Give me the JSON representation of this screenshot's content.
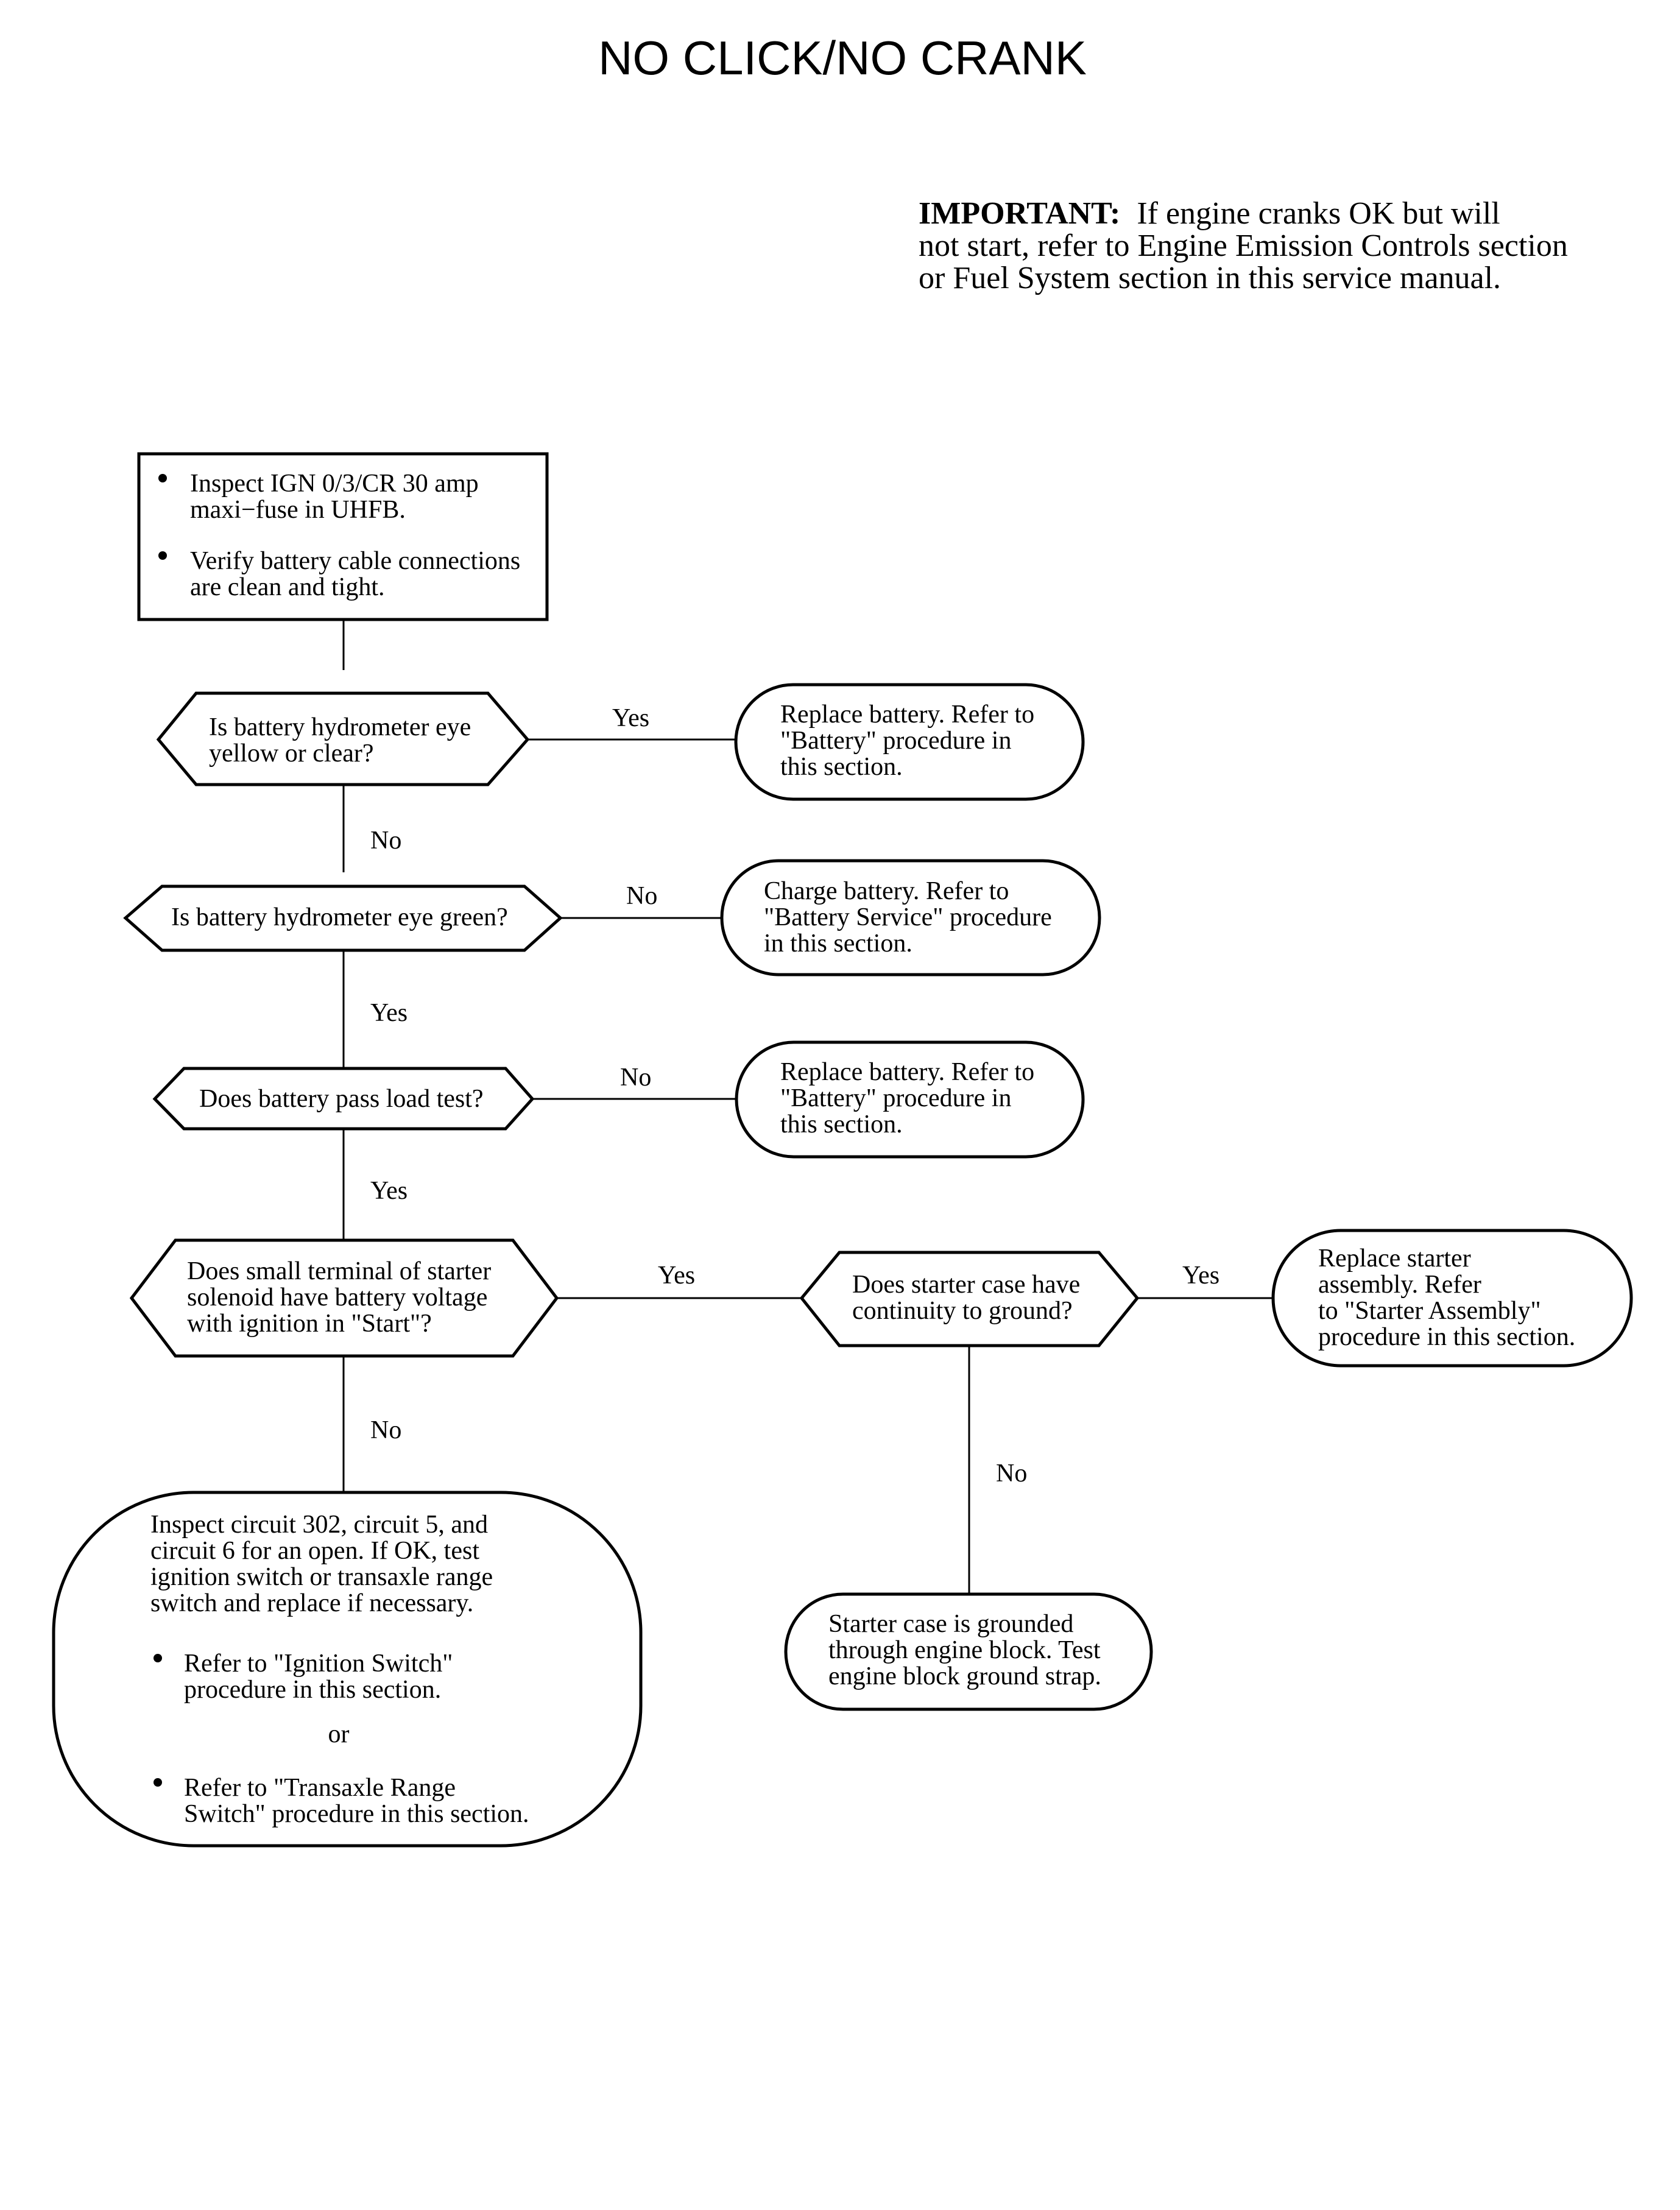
{
  "title": "NO CLICK/NO CRANK",
  "important": {
    "label": "IMPORTANT:",
    "line1": "If engine cranks OK but will",
    "line2": "not start, refer to Engine Emission Controls section",
    "line3": "or Fuel System section in this service manual."
  },
  "start_box": {
    "bullet1": [
      "Inspect IGN 0/3/CR 30 amp",
      "maxi−fuse in UHFB."
    ],
    "bullet2": [
      "Verify battery cable connections",
      "are clean and tight."
    ]
  },
  "decisions": {
    "d1": [
      "Is battery hydrometer eye",
      "yellow or clear?"
    ],
    "d2": [
      "Is battery hydrometer eye green?"
    ],
    "d3": [
      "Does battery pass load test?"
    ],
    "d4": [
      "Does small terminal of starter",
      "solenoid have battery voltage",
      "with ignition in \"Start\"?"
    ],
    "d5": [
      "Does starter case have",
      "continuity to ground?"
    ]
  },
  "actions": {
    "a1": [
      "Replace battery. Refer to",
      "\"Battery\" procedure in",
      "this section."
    ],
    "a2": [
      "Charge battery. Refer to",
      "\"Battery Service\" procedure",
      "in this section."
    ],
    "a3": [
      "Replace battery. Refer to",
      "\"Battery\" procedure in",
      "this section."
    ],
    "a4": [
      "Replace starter",
      "assembly. Refer",
      "to \"Starter Assembly\"",
      "procedure in this section."
    ],
    "a5": [
      "Starter case is grounded",
      "through engine block. Test",
      "engine block ground strap."
    ],
    "a6": {
      "intro": [
        "Inspect circuit 302, circuit 5, and",
        "circuit 6 for an open. If OK, test",
        "ignition switch or transaxle range",
        "switch and replace if necessary."
      ],
      "ref1": [
        "Refer to \"Ignition Switch\"",
        "procedure in this section."
      ],
      "or": "or",
      "ref2": [
        "Refer to \"Transaxle Range",
        "Switch\" procedure in this section."
      ]
    }
  },
  "edge_labels": {
    "d1_right": "Yes",
    "d1_down": "No",
    "d2_right": "No",
    "d2_down": "Yes",
    "d3_right": "No",
    "d3_down": "Yes",
    "d4_right": "Yes",
    "d4_down": "No",
    "d5_right": "Yes",
    "d5_down": "No"
  }
}
